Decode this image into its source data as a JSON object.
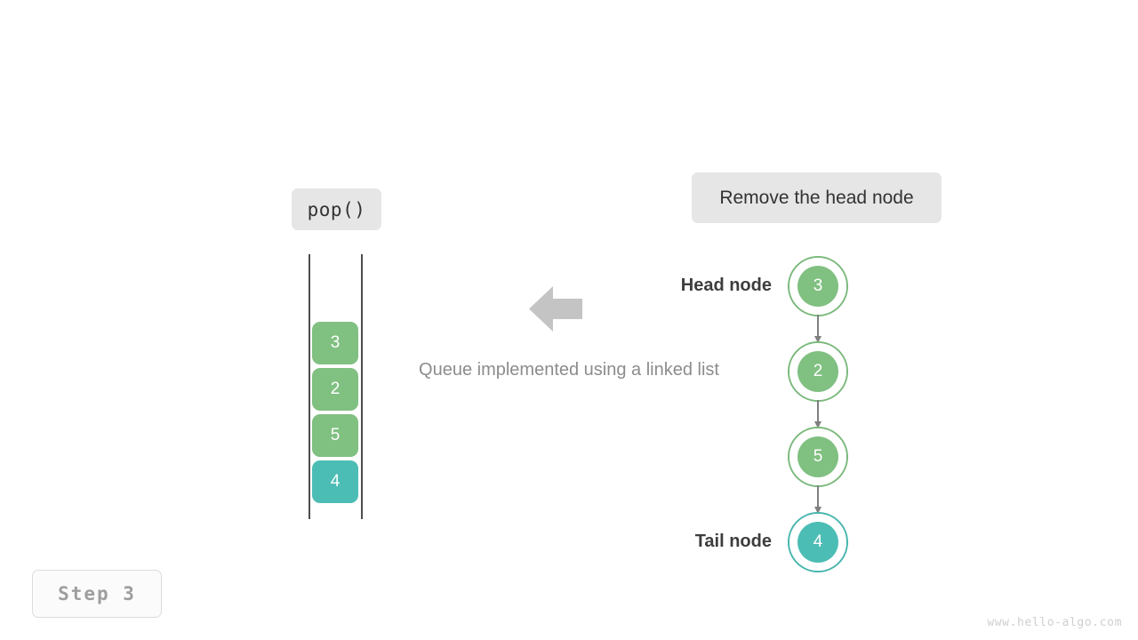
{
  "operation": {
    "label": "pop()"
  },
  "action": {
    "label": "Remove the head node"
  },
  "caption": {
    "text": "Queue implemented using a linked list"
  },
  "step": {
    "label": "Step 3"
  },
  "watermark": {
    "text": "www.hello-algo.com"
  },
  "colors": {
    "node_green": "#80c081",
    "node_green_ring": "#7ab97b",
    "node_teal": "#4cbdb5",
    "node_teal_ring": "#46b5ad",
    "arrow_gray": "#808080",
    "flow_arrow_gray": "#c4c4c4",
    "tag_background": "#e6e6e6",
    "rail": "#4d4d4d"
  },
  "queue": {
    "name": "queue-column",
    "boxes": [
      {
        "value": "3",
        "color": "#80c081"
      },
      {
        "value": "2",
        "color": "#80c081"
      },
      {
        "value": "5",
        "color": "#80c081"
      },
      {
        "value": "4",
        "color": "#4cbdb5"
      }
    ]
  },
  "linked_list": {
    "head_label": "Head node",
    "tail_label": "Tail node",
    "nodes": [
      {
        "value": "3",
        "color": "#80c081",
        "ring": "#7ab97b",
        "role": "head"
      },
      {
        "value": "2",
        "color": "#80c081",
        "ring": "#7ab97b",
        "role": "middle"
      },
      {
        "value": "5",
        "color": "#80c081",
        "ring": "#7ab97b",
        "role": "middle"
      },
      {
        "value": "4",
        "color": "#4cbdb5",
        "ring": "#46b5ad",
        "role": "tail"
      }
    ],
    "connector_count": 3
  },
  "flow_arrow": {
    "direction": "left",
    "color": "#c4c4c4"
  }
}
